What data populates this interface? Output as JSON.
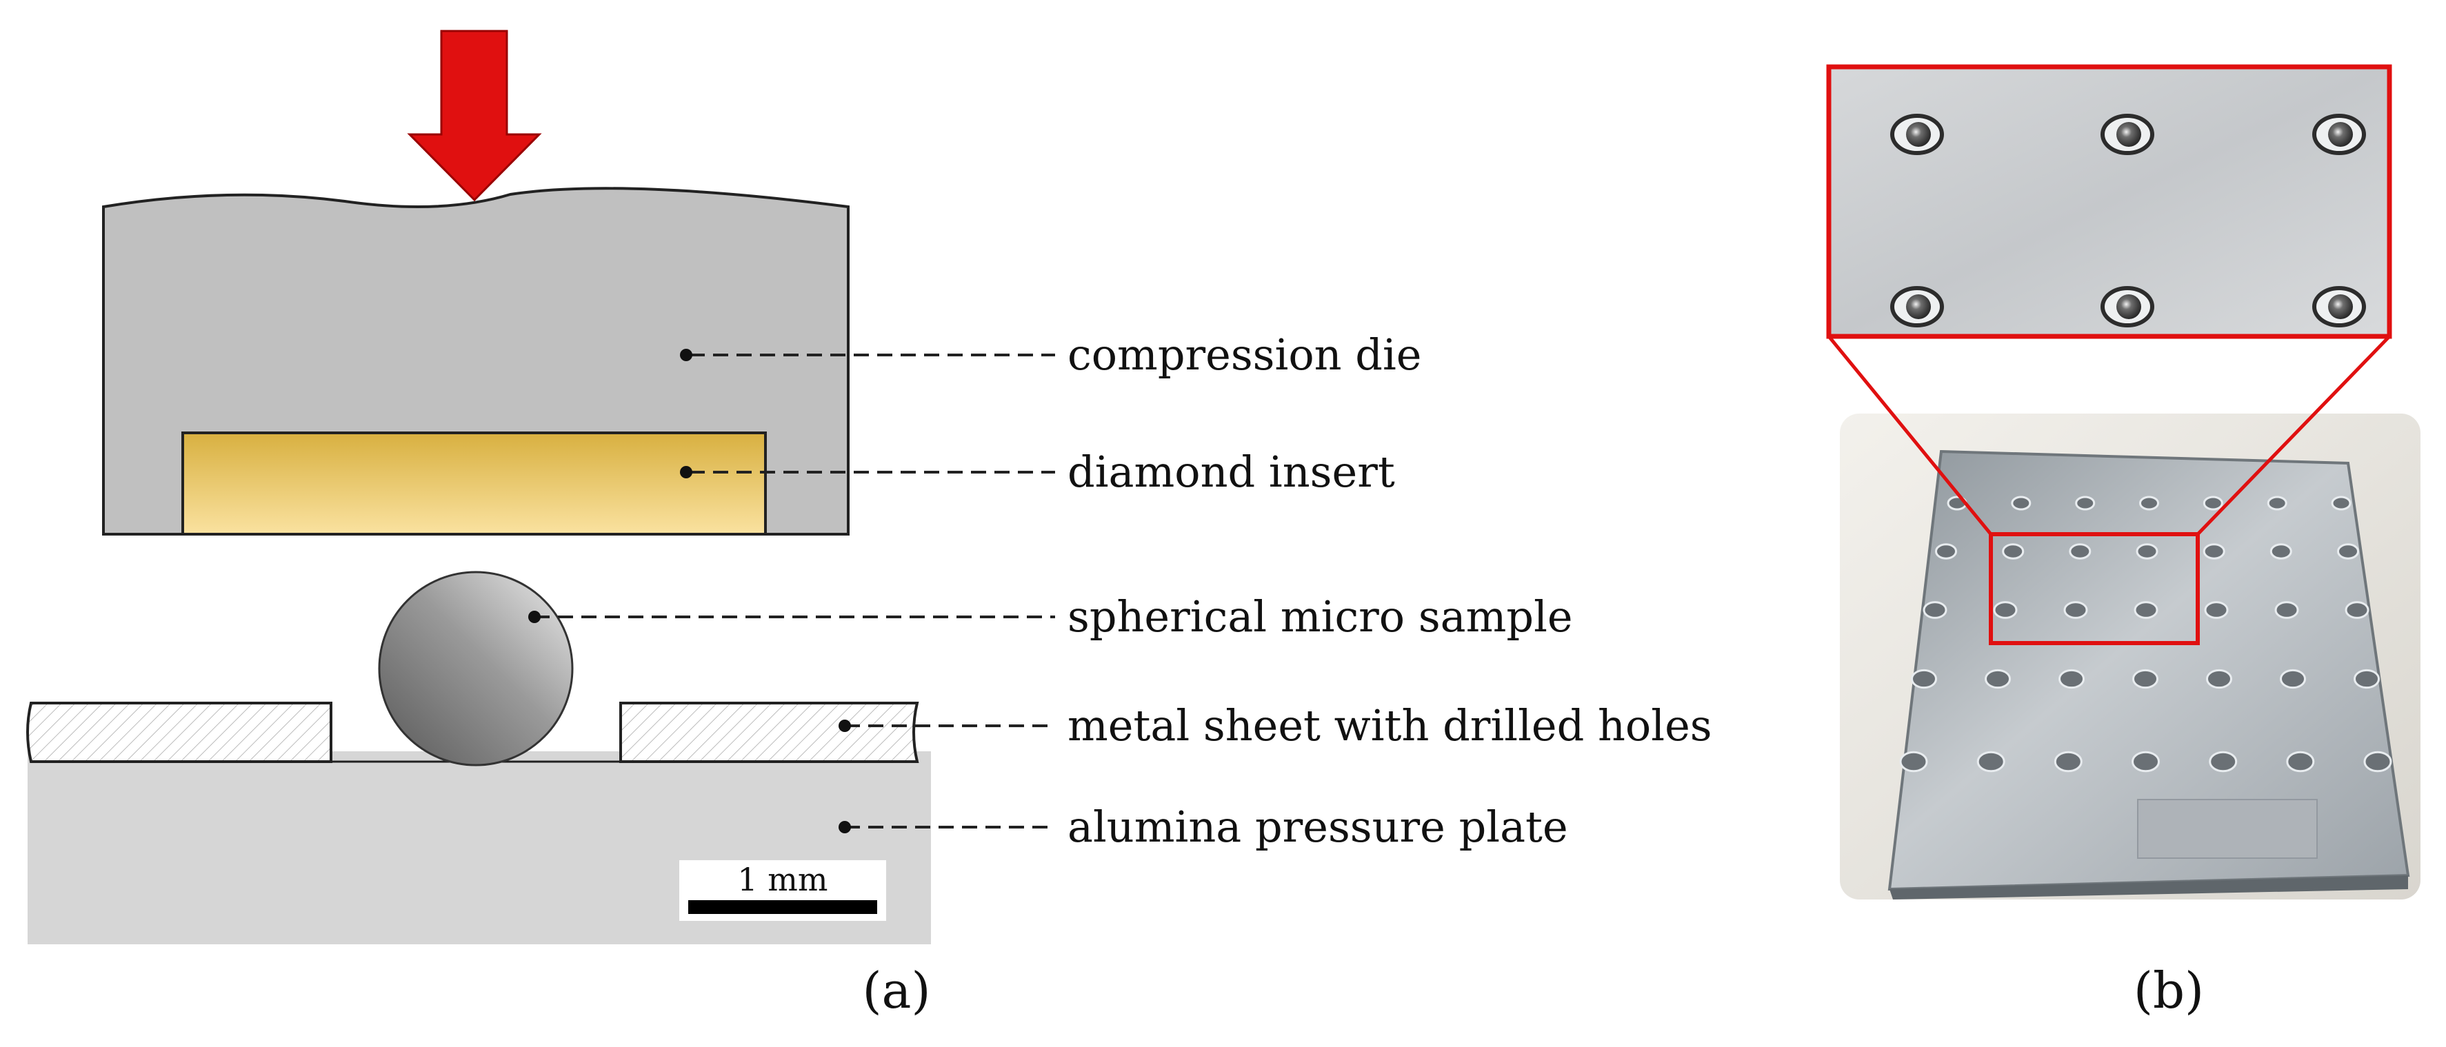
{
  "labels": {
    "die": "compression die",
    "insert": "diamond insert",
    "sample": "spherical micro sample",
    "sheet": "metal sheet with drilled holes",
    "plate": "alumina pressure plate"
  },
  "scale_bar": {
    "text": "1 mm"
  },
  "panels": {
    "a": "(a)",
    "b": "(b)"
  },
  "colors": {
    "arrow": "#e01010",
    "die": "#c0c0c0",
    "insert_top": "#d8b040",
    "insert_bottom": "#f8dc80",
    "plate": "#d6d6d6",
    "sheet_hatch": "#bdbdbd",
    "zoom_frame": "#e01010",
    "metal": "#a9b0b6"
  },
  "photo": {
    "hole_grid_rows": 5,
    "hole_grid_cols": 7,
    "zoom_rows": 2,
    "zoom_cols": 3
  }
}
